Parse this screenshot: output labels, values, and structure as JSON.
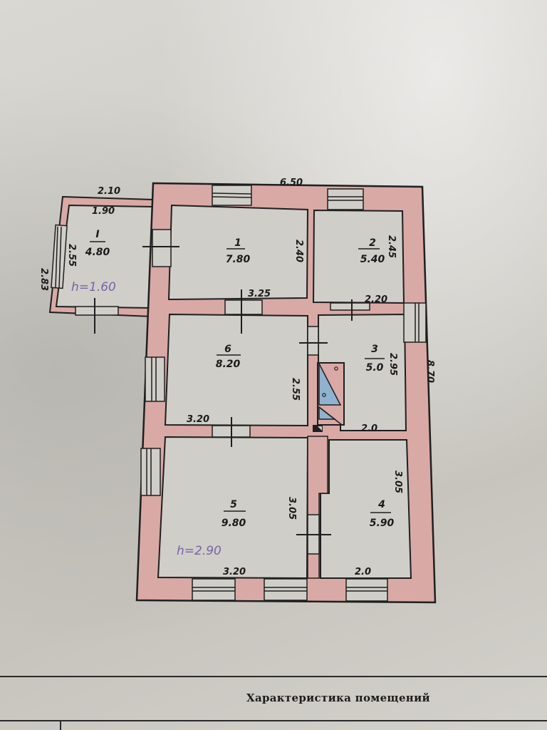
{
  "colors": {
    "wall_fill": "#d9a9a6",
    "line": "#1f1f1f",
    "room_fill": "#cfcec8",
    "stove_blue": "#8fb2cf",
    "height_note": "#7a63a8"
  },
  "plan": {
    "overall_width": "6.50",
    "overall_length": "8.70",
    "annex": {
      "outer_width": "2.10",
      "inner_width": "1.90",
      "outer_depth": "2.83",
      "inner_depth": "2.55",
      "height_note": "h=1.60",
      "room": {
        "number": "I",
        "area": "4.80"
      }
    },
    "rooms": [
      {
        "number": "1",
        "area": "7.80",
        "dims": [
          "3.25",
          "2.40"
        ]
      },
      {
        "number": "2",
        "area": "5.40",
        "dims": [
          "2.20",
          "2.45"
        ]
      },
      {
        "number": "3",
        "area": "5.0",
        "dims": [
          "2.0",
          "2.95"
        ]
      },
      {
        "number": "4",
        "area": "5.90",
        "dims": [
          "2.0",
          "3.05"
        ]
      },
      {
        "number": "5",
        "area": "9.80",
        "dims": [
          "3.20",
          "3.05"
        ]
      },
      {
        "number": "6",
        "area": "8.20",
        "dims": [
          "3.20",
          "2.55"
        ]
      }
    ],
    "main_height_note": "h=2.90"
  },
  "section": {
    "title": "Характеристика помещений"
  }
}
